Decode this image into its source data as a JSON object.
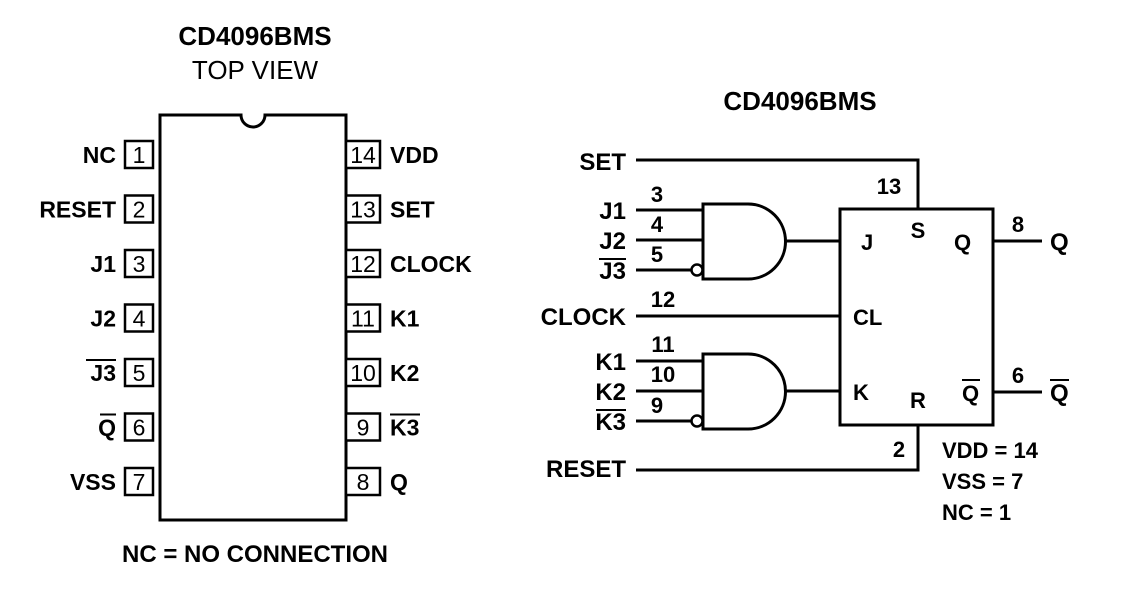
{
  "pinout": {
    "title": "CD4096BMS",
    "subtitle": "TOP VIEW",
    "footnote": "NC = NO CONNECTION",
    "left_pins": [
      {
        "num": "1",
        "name": "NC",
        "overbar": false
      },
      {
        "num": "2",
        "name": "RESET",
        "overbar": false
      },
      {
        "num": "3",
        "name": "J1",
        "overbar": false
      },
      {
        "num": "4",
        "name": "J2",
        "overbar": false
      },
      {
        "num": "5",
        "name": "J3",
        "overbar": true
      },
      {
        "num": "6",
        "name": "Q",
        "overbar": true
      },
      {
        "num": "7",
        "name": "VSS",
        "overbar": false
      }
    ],
    "right_pins": [
      {
        "num": "14",
        "name": "VDD",
        "overbar": false
      },
      {
        "num": "13",
        "name": "SET",
        "overbar": false
      },
      {
        "num": "12",
        "name": "CLOCK",
        "overbar": false
      },
      {
        "num": "11",
        "name": "K1",
        "overbar": false
      },
      {
        "num": "10",
        "name": "K2",
        "overbar": false
      },
      {
        "num": "9",
        "name": "K3",
        "overbar": true
      },
      {
        "num": "8",
        "name": "Q",
        "overbar": false
      }
    ]
  },
  "logic": {
    "title": "CD4096BMS",
    "signals": {
      "set": "SET",
      "j1": "J1",
      "j2": "J2",
      "j3": "J3",
      "clock": "CLOCK",
      "k1": "K1",
      "k2": "K2",
      "k3": "K3",
      "reset": "RESET",
      "q": "Q",
      "qbar": "Q"
    },
    "pin_numbers": {
      "set": "13",
      "j1": "3",
      "j2": "4",
      "j3": "5",
      "clock": "12",
      "k1": "11",
      "k2": "10",
      "k3": "9",
      "reset": "2",
      "q": "8",
      "qbar": "6"
    },
    "ff_labels": {
      "j": "J",
      "s": "S",
      "q": "Q",
      "cl": "CL",
      "k": "K",
      "r": "R",
      "qbar": "Q"
    },
    "supply_notes": [
      "VDD = 14",
      "VSS = 7",
      "NC = 1"
    ]
  }
}
